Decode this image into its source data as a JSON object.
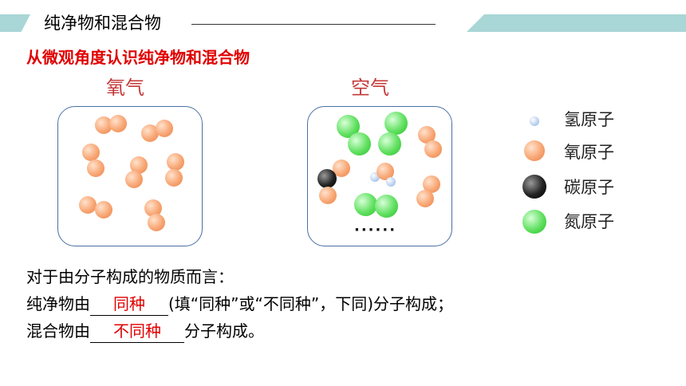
{
  "header": {
    "title": "纯净物和混合物"
  },
  "subtitle": "从微观角度认识纯净物和混合物",
  "boxes": {
    "oxygen": {
      "label": "氧气"
    },
    "air": {
      "label": "空气",
      "ellipsis": "······"
    }
  },
  "legend": [
    {
      "label": "氢原子",
      "icon": "hydrogen-atom-icon",
      "color": "#b8d0f0"
    },
    {
      "label": "氧原子",
      "icon": "oxygen-atom-icon",
      "color": "#f8a674"
    },
    {
      "label": "碳原子",
      "icon": "carbon-atom-icon",
      "color": "#111111"
    },
    {
      "label": "氮原子",
      "icon": "nitrogen-atom-icon",
      "color": "#60e060"
    }
  ],
  "text": {
    "line1": "对于由分子构成的物质而言：",
    "line2_prefix": "纯净物由",
    "line2_answer": "同种",
    "line2_suffix": "(填“同种”或“不同种”，下同)分子构成；",
    "line3_prefix": "混合物由",
    "line3_answer": "不同种",
    "line3_suffix": "分子构成。"
  },
  "colors": {
    "accent": "#a9d6d6",
    "answer": "#e00000",
    "box_border": "#4a6fa5"
  }
}
